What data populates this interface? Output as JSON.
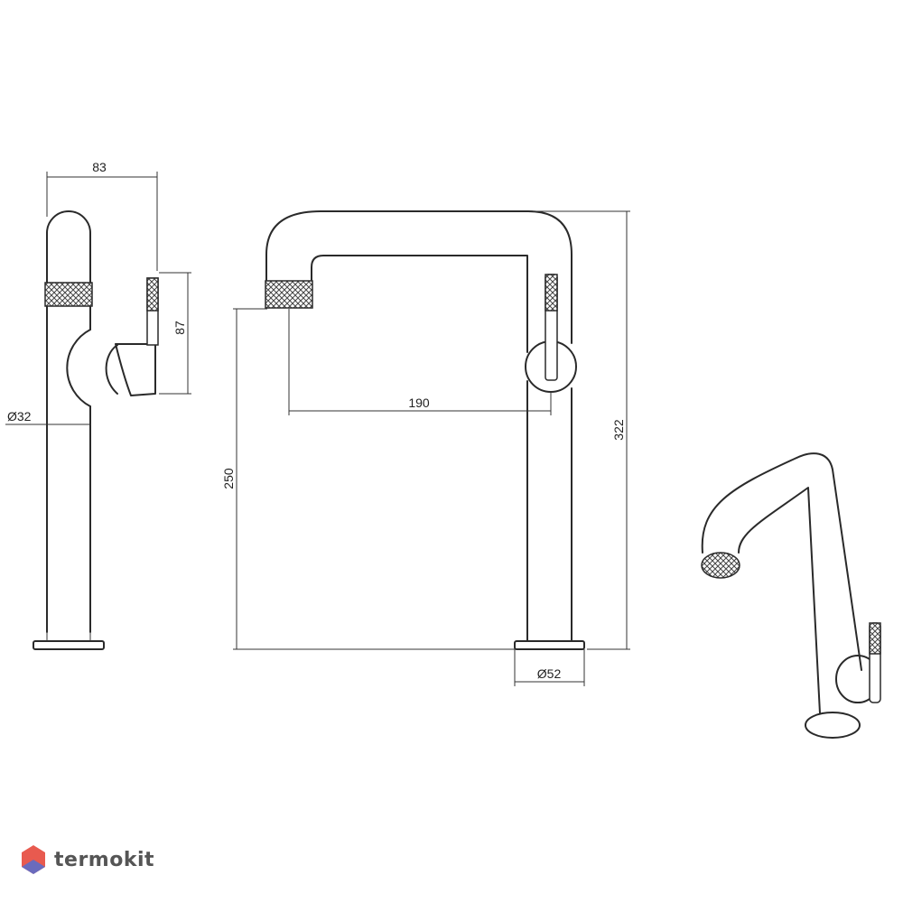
{
  "dimensions": {
    "side_width": "83",
    "handle_height": "87",
    "body_diameter": "Ø32",
    "spout_reach": "190",
    "spout_height": "250",
    "total_height": "322",
    "base_diameter": "Ø52"
  },
  "brand": {
    "logo_text": "termokit",
    "logo_color": "#e85a4f",
    "logo_color_secondary": "#4a6fd8"
  },
  "colors": {
    "line": "#2a2a2a",
    "knurl": "#444444"
  }
}
